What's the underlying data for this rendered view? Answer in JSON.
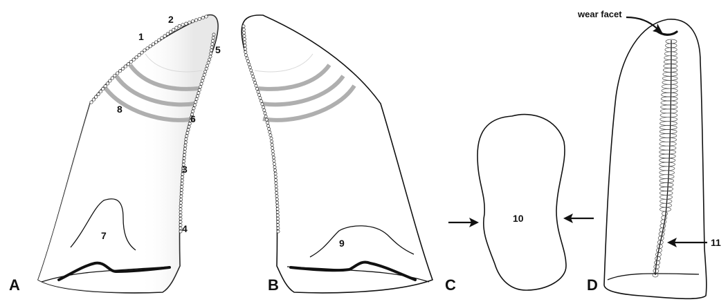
{
  "panels": {
    "a": "A",
    "b": "B",
    "c": "C",
    "d": "D"
  },
  "numbers": {
    "n1": "1",
    "n2": "2",
    "n3": "3",
    "n4": "4",
    "n5": "5",
    "n6": "6",
    "n7": "7",
    "n8": "8",
    "n9": "9",
    "n10": "10",
    "n11": "11"
  },
  "annotations": {
    "wear_facet": "wear facet"
  },
  "colors": {
    "stroke": "#111111",
    "apex_dark": "#2b2b2b",
    "body_light": "#f7f7f7",
    "growth_ring": "#a6a6a6"
  }
}
